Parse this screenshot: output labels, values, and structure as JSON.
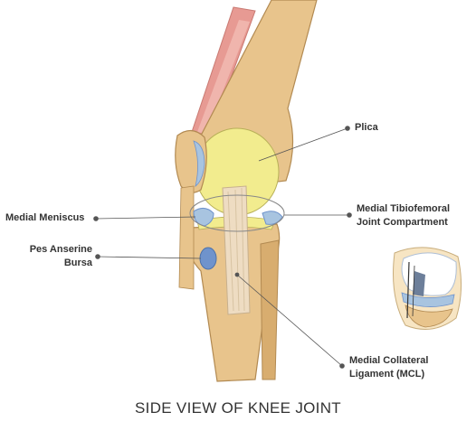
{
  "title": "SIDE VIEW OF KNEE JOINT",
  "labels": {
    "plica": "Plica",
    "medial_tibiofemoral_line1": "Medial Tibiofemoral",
    "medial_tibiofemoral_line2": "Joint Compartment",
    "medial_meniscus": "Medial Meniscus",
    "pes_anserine_line1": "Pes Anserine",
    "pes_anserine_line2": "Bursa",
    "mcl_line1": "Medial Collateral",
    "mcl_line2": "Ligament (MCL)"
  },
  "colors": {
    "bone": "#e8c48c",
    "bone_shadow": "#d8ad6f",
    "cartilage": "#f2ec8e",
    "meniscus": "#a8c4e0",
    "bursa": "#6f93cc",
    "muscle": "#e79a93",
    "ligament": "#eedcc2",
    "leader_line": "#555555",
    "text": "#333333"
  }
}
